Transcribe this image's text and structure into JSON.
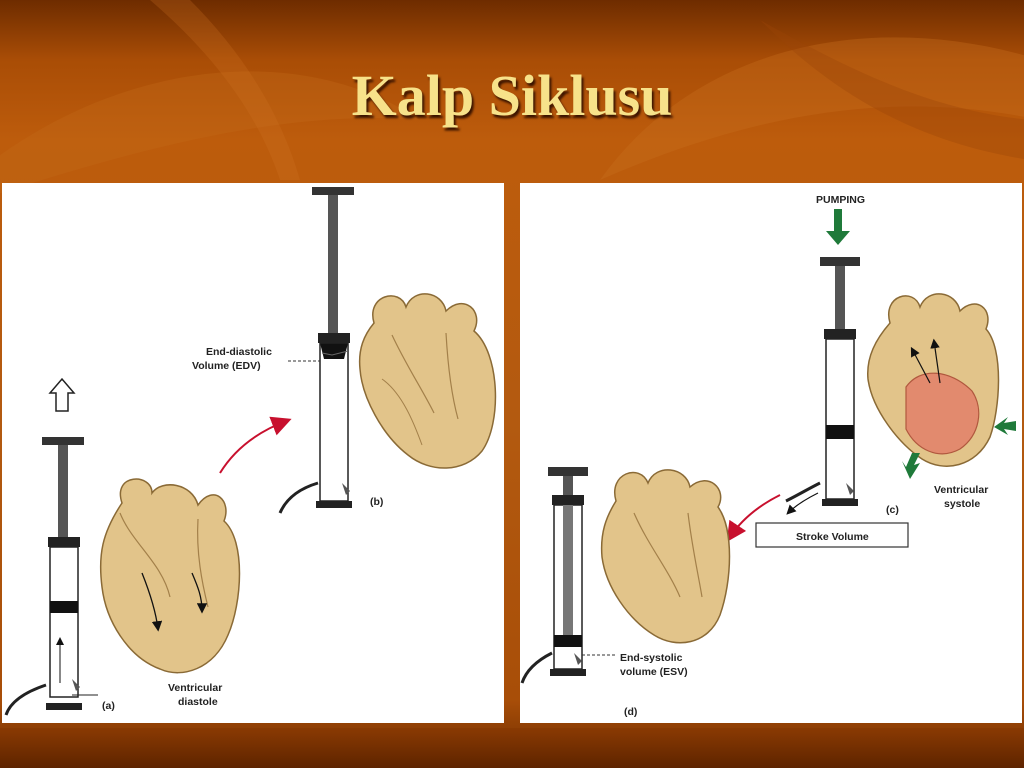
{
  "slide": {
    "title": "Kalp Siklusu"
  },
  "panel_a": {
    "letter": "(a)",
    "caption_line1": "Ventricular",
    "caption_line2": "diastole"
  },
  "panel_b": {
    "letter": "(b)",
    "edv_line1": "End-diastolic",
    "edv_line2": "Volume (EDV)"
  },
  "panel_c": {
    "letter": "(c)",
    "pumping": "PUMPING",
    "caption_line1": "Ventricular",
    "caption_line2": "systole",
    "stroke_volume": "Stroke Volume"
  },
  "panel_d": {
    "letter": "(d)",
    "esv_line1": "End-systolic",
    "esv_line2": "volume (ESV)"
  },
  "colors": {
    "background": "#b35a10",
    "title": "#f7e28a",
    "heart_fill": "#e2c48a",
    "heart_systole_fill": "#e28a6e",
    "arrow_red": "#c8102e",
    "arrow_green": "#1f7a3a"
  }
}
